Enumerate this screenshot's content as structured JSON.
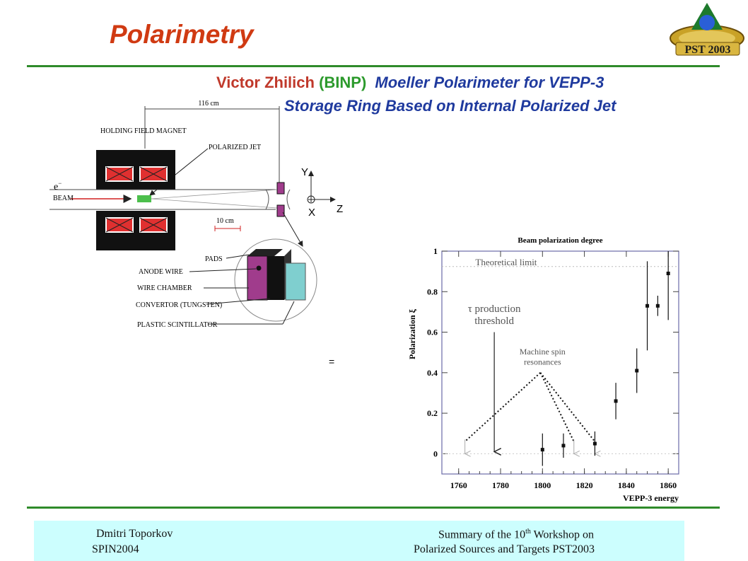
{
  "slide": {
    "title": "Polarimetry",
    "subtitle": {
      "name": "Victor Zhilich",
      "institute": "(BINP)",
      "talk_line1": "Moeller Polarimeter for VEPP-3",
      "talk_line2": "Storage Ring Based on Internal Polarized Jet"
    },
    "stray_mark": "="
  },
  "logo": {
    "text": "PST 2003"
  },
  "diagram": {
    "dimension_top": "116 cm",
    "holding_field_magnet": "HOLDING FIELD MAGNET",
    "polarized_jet": "POLARIZED JET",
    "electron": "e",
    "electron_sup": "−",
    "beam": "BEAM",
    "axis_y": "Y",
    "axis_x": "X",
    "axis_z": "Z",
    "scale": "10 cm",
    "pads": "PADS",
    "anode_wire": "ANODE WIRE",
    "wire_chamber": "WIRE  CHAMBER",
    "convertor": "CONVERTOR (TUNGSTEN)",
    "plastic_scintillator": "PLASTIC SCINTILLATOR"
  },
  "chart_data": {
    "type": "scatter",
    "title": "Beam polarization degree",
    "xlabel": "VEPP-3 energy",
    "ylabel": "Polarization ξ",
    "xlim": [
      1752,
      1865
    ],
    "ylim": [
      -0.1,
      1.0
    ],
    "x_ticks": [
      1760,
      1780,
      1800,
      1820,
      1840,
      1860
    ],
    "y_ticks": [
      0,
      0.2,
      0.4,
      0.6,
      0.8,
      1
    ],
    "theoretical_limit": 0.924,
    "annotations": {
      "theoretical_limit": "Theoretical limit",
      "tau_line1": "τ production",
      "tau_line2": "threshold",
      "spin_line1": "Machine spin",
      "spin_line2": "resonances"
    },
    "resonances_x": [
      1763,
      1815,
      1825
    ],
    "tau_threshold_x": 1777,
    "points": [
      {
        "x": 1800,
        "y": 0.02,
        "err": 0.08
      },
      {
        "x": 1810,
        "y": 0.04,
        "err": 0.06
      },
      {
        "x": 1825,
        "y": 0.05,
        "err": 0.06
      },
      {
        "x": 1835,
        "y": 0.26,
        "err": 0.09
      },
      {
        "x": 1845,
        "y": 0.41,
        "err": 0.11
      },
      {
        "x": 1850,
        "y": 0.73,
        "err": 0.22
      },
      {
        "x": 1855,
        "y": 0.73,
        "err": 0.05
      },
      {
        "x": 1860,
        "y": 0.89,
        "err": 0.23
      }
    ]
  },
  "footer": {
    "author": "Dmitri Toporkov",
    "event": "SPIN2004",
    "summary_prefix": "Summary of the 10",
    "summary_sup": "th",
    "summary_suffix": " Workshop on",
    "summary_line2": "Polarized Sources and Targets PST2003"
  }
}
